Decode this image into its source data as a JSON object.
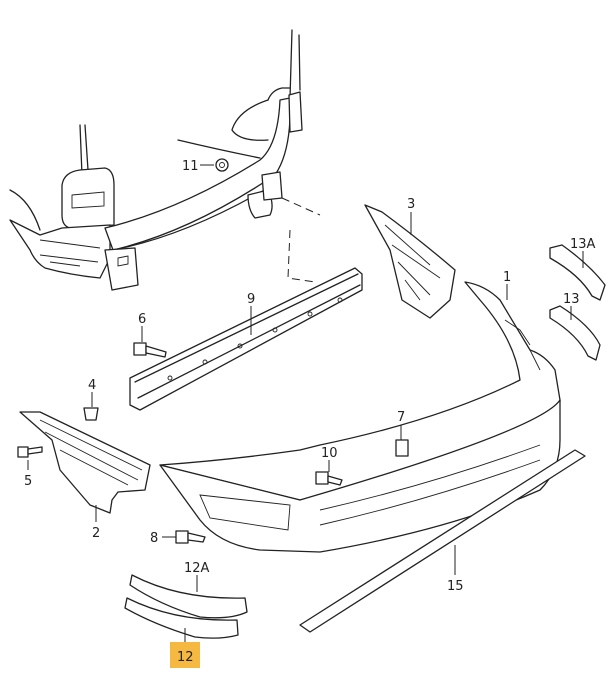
{
  "diagram": {
    "title": "Rear bumper assembly exploded view",
    "highlight_color": "#f5b942",
    "highlighted_part": "12",
    "parts": [
      {
        "id": "p1",
        "label": "1"
      },
      {
        "id": "p2",
        "label": "2"
      },
      {
        "id": "p3",
        "label": "3"
      },
      {
        "id": "p4",
        "label": "4"
      },
      {
        "id": "p5",
        "label": "5"
      },
      {
        "id": "p6",
        "label": "6"
      },
      {
        "id": "p7",
        "label": "7"
      },
      {
        "id": "p8",
        "label": "8"
      },
      {
        "id": "p9",
        "label": "9"
      },
      {
        "id": "p10",
        "label": "10"
      },
      {
        "id": "p11",
        "label": "11"
      },
      {
        "id": "p12",
        "label": "12"
      },
      {
        "id": "p12a",
        "label": "12A"
      },
      {
        "id": "p13",
        "label": "13"
      },
      {
        "id": "p13a",
        "label": "13A"
      },
      {
        "id": "p15",
        "label": "15"
      }
    ]
  }
}
